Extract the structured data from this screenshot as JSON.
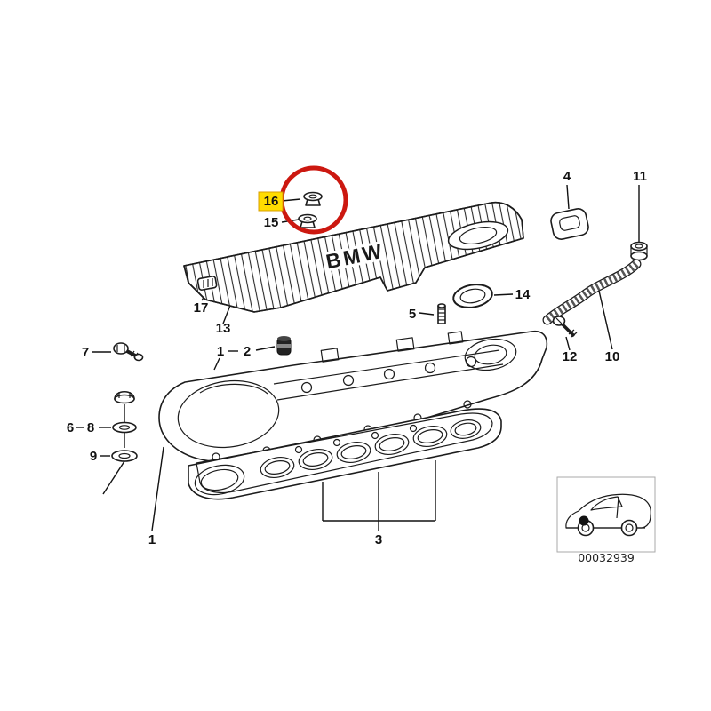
{
  "diagram": {
    "type": "exploded-parts-diagram",
    "code": "00032939",
    "engine_cover_text": "BMW",
    "highlight_circle_color": "#cc1810",
    "highlight_label_color": "#ffdc00",
    "line_color": "#1c1c1c"
  },
  "labels": {
    "n16": "16",
    "n15": "15",
    "n4": "4",
    "n11": "11",
    "n14": "14",
    "n5": "5",
    "n17": "17",
    "n13": "13",
    "n1a": "1",
    "n2": "2",
    "n7": "7",
    "n12": "12",
    "n10": "10",
    "n6": "6",
    "n8": "8",
    "n9": "9",
    "n1b": "1",
    "n3": "3"
  }
}
